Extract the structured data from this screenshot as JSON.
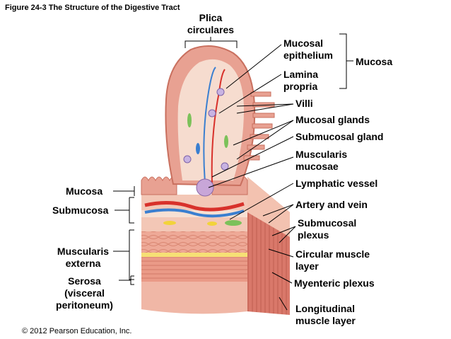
{
  "figure_caption": "Figure 24-3  The Structure of the Digestive Tract",
  "copyright": "© 2012 Pearson Education, Inc.",
  "labels": {
    "plica_circulares": "Plica\ncirculares",
    "mucosal_epithelium": "Mucosal\nepithelium",
    "lamina_propria": "Lamina\npropria",
    "mucosa_right": "Mucosa",
    "villi": "Villi",
    "mucosal_glands": "Mucosal glands",
    "submucosal_gland": "Submucosal gland",
    "muscularis_mucosae": "Muscularis\nmucosae",
    "lymphatic_vessel": "Lymphatic vessel",
    "artery_and_vein": "Artery and vein",
    "submucosal_plexus": "Submucosal\nplexus",
    "circular_muscle_layer": "Circular muscle\nlayer",
    "myenteric_plexus": "Myenteric plexus",
    "longitudinal_muscle_layer": "Longitudinal\nmuscle layer",
    "mucosa_left": "Mucosa",
    "submucosa": "Submucosa",
    "muscularis_externa": "Muscularis\nexterna",
    "serosa": "Serosa\n(visceral\nperitoneum)"
  },
  "colors": {
    "mucosa": "#e8a192",
    "mucosa_dark": "#c9705f",
    "lamina": "#f6dccf",
    "submucosa": "#f3c7b6",
    "muscle": "#e9917f",
    "muscle_side": "#cf6b5b",
    "serosa": "#f0b7a6",
    "artery": "#d8312b",
    "vein": "#3a7fd0",
    "lymph": "#7cc15a",
    "nerve": "#f2d33a",
    "leader": "#000000"
  }
}
